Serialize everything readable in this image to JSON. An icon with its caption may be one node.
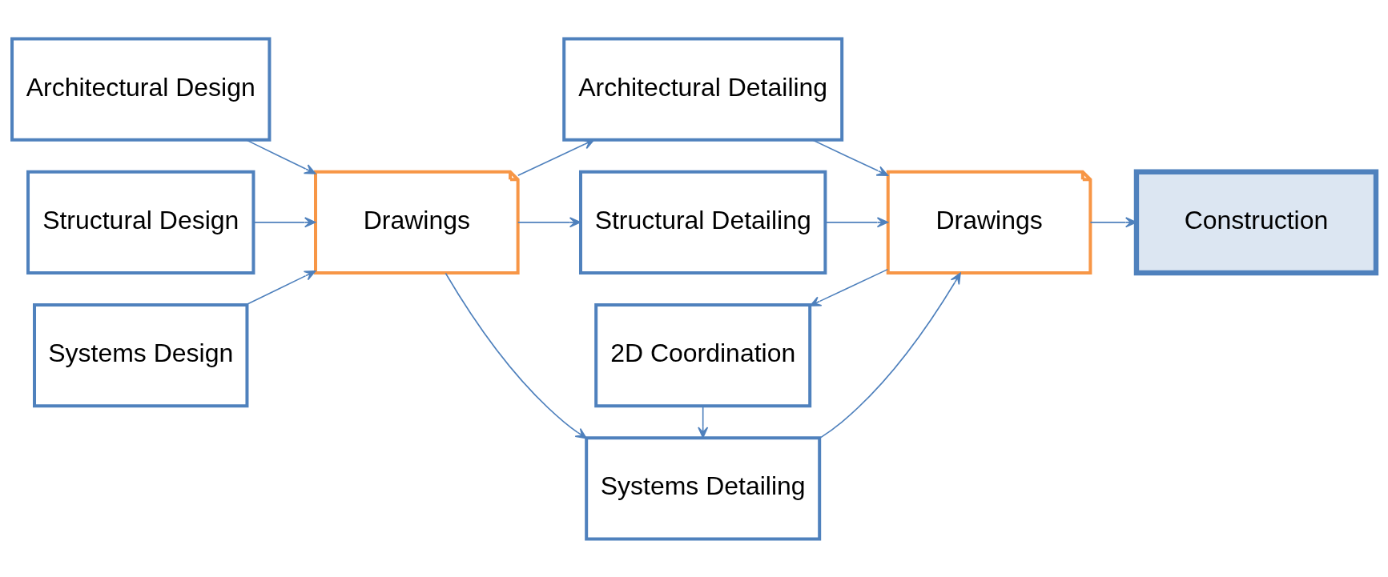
{
  "diagram": {
    "nodes": [
      {
        "text": [
          "Architectural Design"
        ]
      },
      {
        "text": [
          "Structural Design"
        ]
      },
      {
        "text": [
          "Systems Design"
        ]
      },
      {
        "text": [
          "Drawings"
        ]
      },
      {
        "text": [
          "Architectural Detailing"
        ]
      },
      {
        "text": [
          "Structural Detailing"
        ]
      },
      {
        "text": [
          "Systems Detailing"
        ]
      },
      {
        "text": [
          "Drawings"
        ]
      },
      {
        "text": [
          "Construction"
        ]
      },
      {
        "text": [
          "2D Coordination"
        ]
      }
    ],
    "edges": [
      {
        "from": 0,
        "to": 3,
        "arrow": "to"
      },
      {
        "from": 1,
        "to": 3,
        "arrow": "to"
      },
      {
        "from": 2,
        "to": 3,
        "arrow": "to"
      },
      {
        "from": 3,
        "to": 4,
        "arrow": "to"
      },
      {
        "from": 3,
        "to": 5,
        "arrow": "to"
      },
      {
        "from": 3,
        "to": 6,
        "arrow": "to"
      },
      {
        "from": 4,
        "to": 7,
        "arrow": "to"
      },
      {
        "from": 5,
        "to": 7,
        "arrow": "to"
      },
      {
        "from": 6,
        "to": 7,
        "arrow": "to"
      },
      {
        "from": 7,
        "to": 8,
        "arrow": "to"
      },
      {
        "from": 7,
        "to": 9,
        "arrow": "to"
      },
      {
        "from": 9,
        "to": 6,
        "arrow": "to"
      }
    ]
  }
}
